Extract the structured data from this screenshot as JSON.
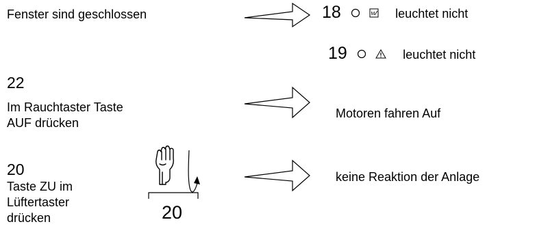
{
  "rows": [
    {
      "label_lines": [
        "Fenster sind geschlossen"
      ],
      "results": [
        {
          "number": "18",
          "symbol": "motor-icon",
          "text": "leuchtet nicht"
        },
        {
          "number": "19",
          "symbol": "warning-icon",
          "text": "leuchtet nicht"
        }
      ]
    },
    {
      "step": "22",
      "label_lines": [
        "Im Rauchtaster Taste",
        "AUF drücken"
      ],
      "result_text": "Motoren fahren Auf"
    },
    {
      "step": "20",
      "label_lines": [
        "Taste ZU im",
        "Lüftertaster",
        "drücken"
      ],
      "button_number": "20",
      "result_text": "keine Reaktion der Anlage"
    }
  ],
  "icons": {
    "motor_symbol": "M↗",
    "warning_symbol": "⚠"
  }
}
